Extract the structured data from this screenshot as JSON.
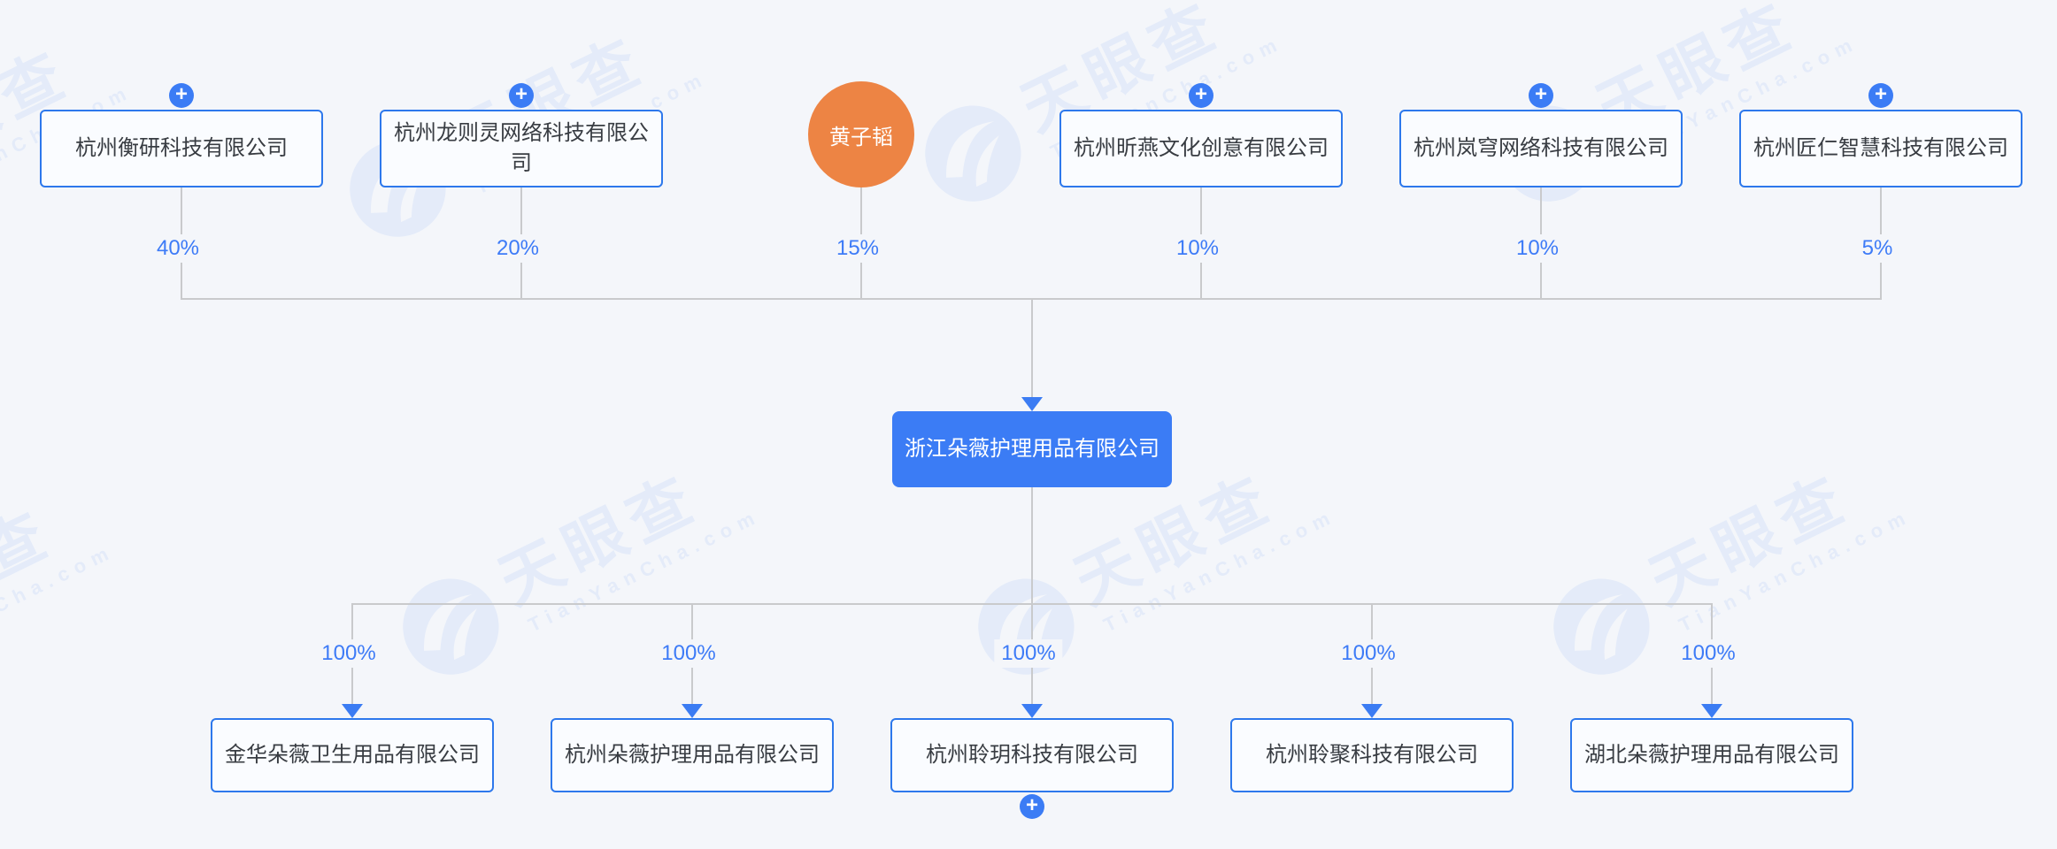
{
  "colors": {
    "background": "#f4f6fa",
    "accent_blue": "#3b7cf5",
    "box_border": "#2d78ec",
    "box_fill": "#fafcff",
    "connector_line": "#c9cacc",
    "percent_text": "#3d7bf7",
    "person_orange": "#ed8444",
    "watermark_tint": "rgba(59,124,246,0.085)"
  },
  "watermark": {
    "brand": "天眼查",
    "domain": "TianYanCha.com"
  },
  "icons": {
    "plus": "+"
  },
  "root_company": {
    "name": "浙江朵薇护理用品有限公司"
  },
  "shareholders": [
    {
      "name": "杭州衡研科技有限公司",
      "percent": "40%",
      "type": "company",
      "expandable": true
    },
    {
      "name": "杭州龙则灵网络科技有限公司",
      "percent": "20%",
      "type": "company",
      "expandable": true
    },
    {
      "name": "黄子韬",
      "percent": "15%",
      "type": "person",
      "expandable": false
    },
    {
      "name": "杭州昕燕文化创意有限公司",
      "percent": "10%",
      "type": "company",
      "expandable": true
    },
    {
      "name": "杭州岚穹网络科技有限公司",
      "percent": "10%",
      "type": "company",
      "expandable": true
    },
    {
      "name": "杭州匠仁智慧科技有限公司",
      "percent": "5%",
      "type": "company",
      "expandable": true
    }
  ],
  "subsidiaries": [
    {
      "name": "金华朵薇卫生用品有限公司",
      "percent": "100%",
      "expandable": false
    },
    {
      "name": "杭州朵薇护理用品有限公司",
      "percent": "100%",
      "expandable": false
    },
    {
      "name": "杭州聆玥科技有限公司",
      "percent": "100%",
      "expandable": true
    },
    {
      "name": "杭州聆聚科技有限公司",
      "percent": "100%",
      "expandable": false
    },
    {
      "name": "湖北朵薇护理用品有限公司",
      "percent": "100%",
      "expandable": false
    }
  ]
}
